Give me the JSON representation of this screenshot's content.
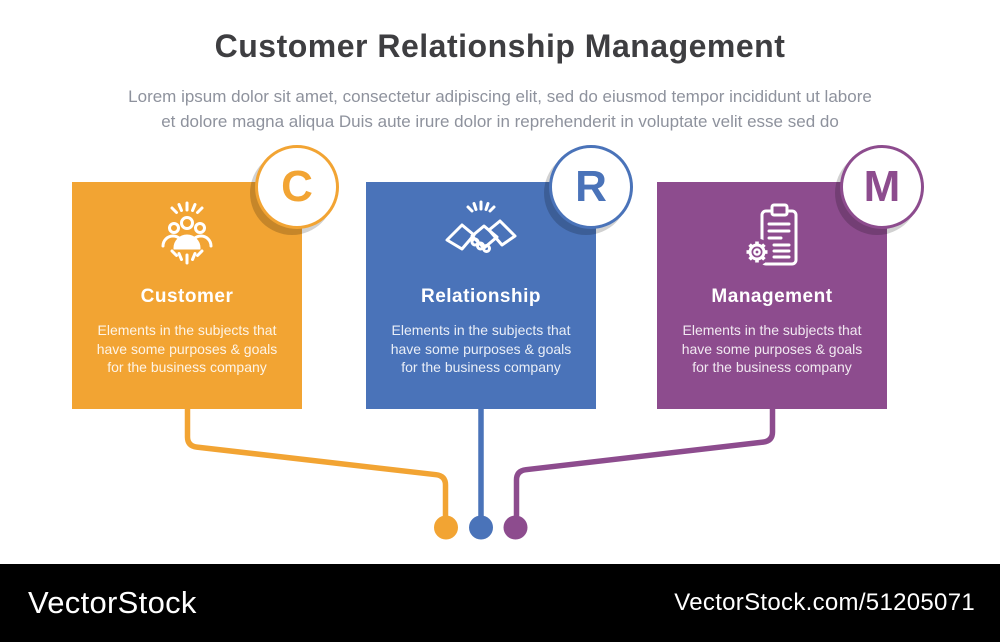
{
  "header": {
    "title": "Customer Relationship Management",
    "subtitle_line1": "Lorem ipsum dolor sit amet, consectetur adipiscing elit, sed do eiusmod tempor incididunt ut labore",
    "subtitle_line2": "et dolore magna aliqua Duis aute irure dolor in reprehenderit in voluptate velit esse sed do"
  },
  "cards": [
    {
      "letter": "C",
      "title": "Customer",
      "description_line1": "Elements in the subjects that",
      "description_line2": "have  some purposes & goals",
      "description_line3": "for the  business company",
      "color": "#F2A433",
      "icon": "customers-icon"
    },
    {
      "letter": "R",
      "title": "Relationship",
      "description_line1": "Elements in the subjects that",
      "description_line2": "have  some purposes & goals",
      "description_line3": "for the  business company",
      "color": "#4A73B9",
      "icon": "handshake-icon"
    },
    {
      "letter": "M",
      "title": "Management",
      "description_line1": "Elements in the subjects that",
      "description_line2": "have  some purposes & goals",
      "description_line3": "for the  business company",
      "color": "#8D4C8E",
      "icon": "clipboard-gear-icon"
    }
  ],
  "footer": {
    "brand": "VectorStock",
    "credit": "VectorStock.com/51205071"
  }
}
